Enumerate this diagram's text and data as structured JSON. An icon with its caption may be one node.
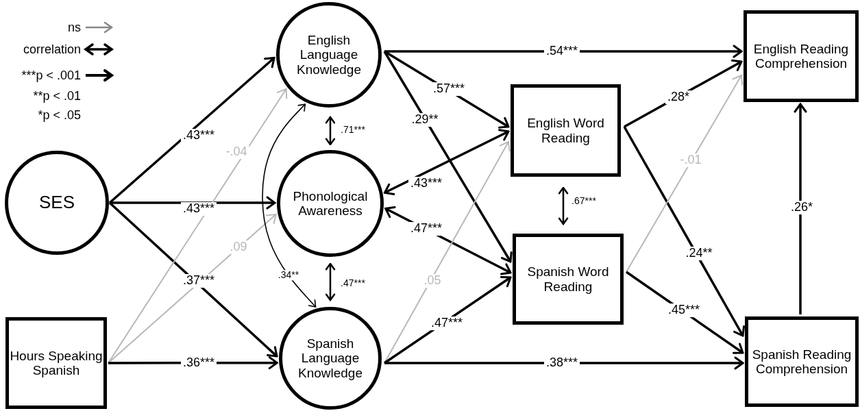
{
  "diagram": {
    "nodes": [
      {
        "text": [
          "SES"
        ]
      },
      {
        "text": [
          "Hours Speaking Spanish"
        ]
      },
      {
        "text": [
          "English Language Knowledge"
        ]
      },
      {
        "text": [
          "Phonological Awareness"
        ]
      },
      {
        "text": [
          "Spanish Language Knowledge"
        ]
      },
      {
        "text": [
          "English Word Reading"
        ]
      },
      {
        "text": [
          "Spanish Word Reading"
        ]
      },
      {
        "text": [
          "English Reading Comprehension"
        ]
      },
      {
        "text": [
          "Spanish Reading Comprehension"
        ]
      }
    ],
    "edges": [
      {
        "from": 0,
        "to": 2,
        "arrow": "to",
        "label": ".43***"
      },
      {
        "from": 0,
        "to": 3,
        "arrow": "to",
        "label": ".43***"
      },
      {
        "from": 0,
        "to": 4,
        "arrow": "to",
        "label": ".37***"
      },
      {
        "from": 1,
        "to": 2,
        "arrow": "to",
        "label": "-.04",
        "color": "#b8b8b8"
      },
      {
        "from": 1,
        "to": 3,
        "arrow": "to",
        "label": ".09",
        "color": "#b8b8b8"
      },
      {
        "from": 1,
        "to": 4,
        "arrow": "to",
        "label": ".36***"
      },
      {
        "from": 2,
        "to": 4,
        "arrow": "both",
        "label": ".34**"
      },
      {
        "from": 2,
        "to": 3,
        "arrow": "both",
        "label": ".71***"
      },
      {
        "from": 3,
        "to": 4,
        "arrow": "both",
        "label": ".47***"
      },
      {
        "from": 2,
        "to": 7,
        "arrow": "to",
        "label": ".54***"
      },
      {
        "from": 2,
        "to": 5,
        "arrow": "to",
        "label": ".57***"
      },
      {
        "from": 2,
        "to": 6,
        "arrow": "to",
        "label": ".29**"
      },
      {
        "from": 3,
        "to": 5,
        "arrow": "both",
        "label": ".43***"
      },
      {
        "from": 3,
        "to": 6,
        "arrow": "both",
        "label": ".47***"
      },
      {
        "from": 4,
        "to": 5,
        "arrow": "to",
        "label": ".05",
        "color": "#b8b8b8"
      },
      {
        "from": 4,
        "to": 6,
        "arrow": "to",
        "label": ".47***"
      },
      {
        "from": 4,
        "to": 8,
        "arrow": "to",
        "label": ".38***"
      },
      {
        "from": 5,
        "to": 6,
        "arrow": "both",
        "label": ".67***"
      },
      {
        "from": 5,
        "to": 7,
        "arrow": "to",
        "label": ".28*"
      },
      {
        "from": 5,
        "to": 8,
        "arrow": "to",
        "label": ".24**"
      },
      {
        "from": 6,
        "to": 7,
        "arrow": "to",
        "label": "-.01",
        "color": "#b8b8b8"
      },
      {
        "from": 6,
        "to": 8,
        "arrow": "to",
        "label": ".45***"
      },
      {
        "from": 8,
        "to": 7,
        "arrow": "to",
        "label": ".26*"
      }
    ],
    "legend": [
      {
        "text": "ns"
      },
      {
        "text": "correlation"
      },
      {
        "text": "***p < .001"
      },
      {
        "text": "**p < .01"
      },
      {
        "text": "*p < .05"
      }
    ]
  }
}
